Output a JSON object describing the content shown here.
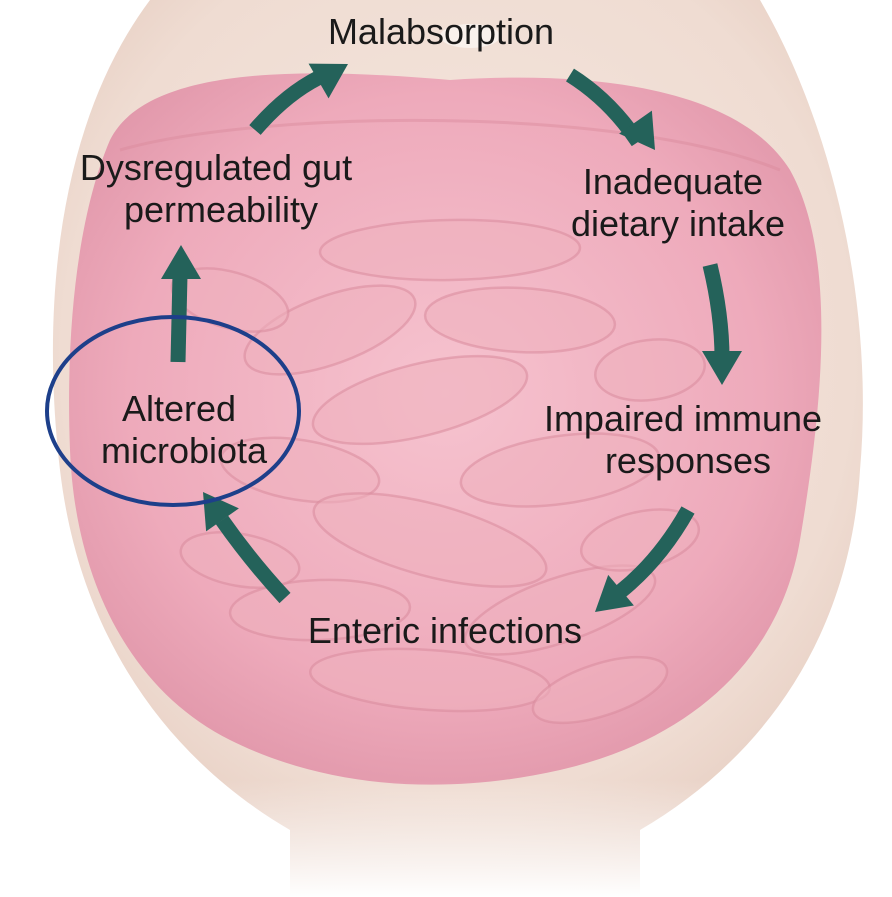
{
  "diagram": {
    "nodes": [
      {
        "id": "malabsorption",
        "lines": [
          "Malabsorption"
        ]
      },
      {
        "id": "inadequate-dietary-intake",
        "lines": [
          "Inadequate",
          "dietary intake"
        ]
      },
      {
        "id": "impaired-immune-responses",
        "lines": [
          "Impaired immune",
          "responses"
        ]
      },
      {
        "id": "enteric-infections",
        "lines": [
          "Enteric infections"
        ]
      },
      {
        "id": "altered-microbiota",
        "lines": [
          "Altered",
          "microbiota"
        ],
        "highlighted": true
      },
      {
        "id": "dysregulated-gut-permeability",
        "lines": [
          "Dysregulated gut",
          "permeability"
        ]
      }
    ],
    "edges": [
      {
        "from": "malabsorption",
        "to": "inadequate-dietary-intake"
      },
      {
        "from": "inadequate-dietary-intake",
        "to": "impaired-immune-responses"
      },
      {
        "from": "impaired-immune-responses",
        "to": "enteric-infections"
      },
      {
        "from": "enteric-infections",
        "to": "altered-microbiota"
      },
      {
        "from": "altered-microbiota",
        "to": "dysregulated-gut-permeability"
      },
      {
        "from": "dysregulated-gut-permeability",
        "to": "malabsorption"
      }
    ],
    "colors": {
      "arrow": "#24625a",
      "highlight_ring": "#1d3f8a",
      "text": "#1a1a1a",
      "skin": "#f1e1d8",
      "intestine": "#efb0bd",
      "intestine_shadow": "#d98a9c",
      "background": "#ffffff"
    }
  }
}
